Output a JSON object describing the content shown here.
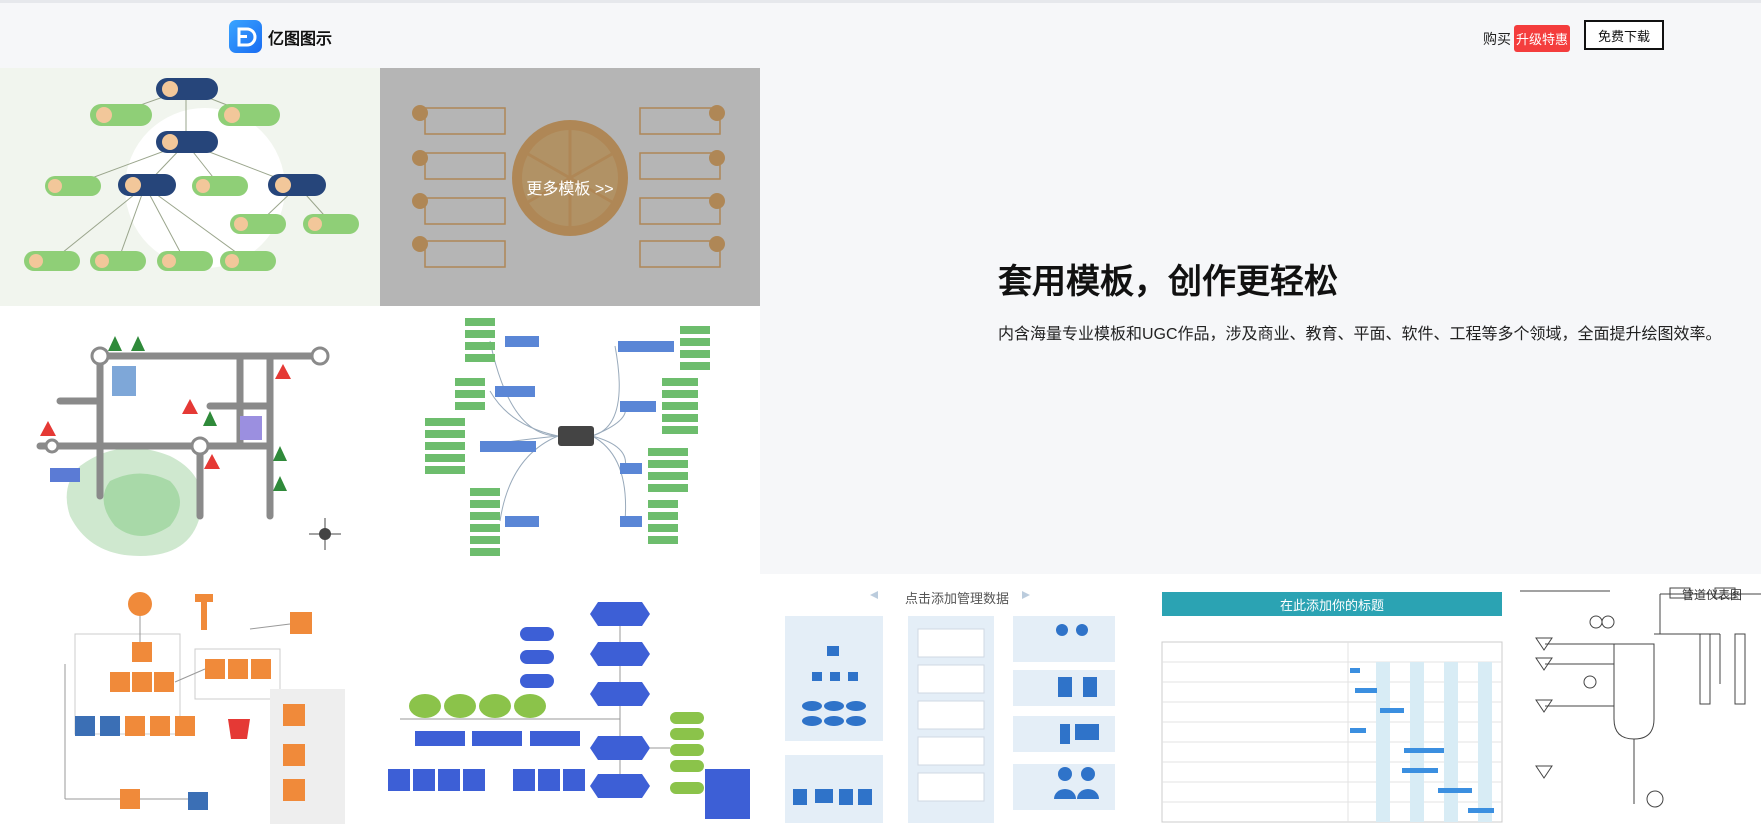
{
  "header": {
    "brand": "亿图图示",
    "buy": "购买",
    "promo_badge": "升级特惠",
    "download": "免费下载"
  },
  "hero": {
    "title": "套用模板，创作更轻松",
    "description": "内含海量专业模板和UGC作品，涉及商业、教育、平面、软件、工程等多个领域，全面提升绘图效率。"
  },
  "gallery": {
    "more_templates": "更多模板 >>",
    "template_titles": {
      "dashboard": "点击添加管理数据",
      "gantt": "在此添加你的标题",
      "pid": "管道仪表图"
    }
  },
  "colors": {
    "promo": "#f43d3d",
    "brand_blue": "#1a6cf2",
    "gantt_teal": "#2ba3b3",
    "map_green": "#8fcf8f"
  }
}
